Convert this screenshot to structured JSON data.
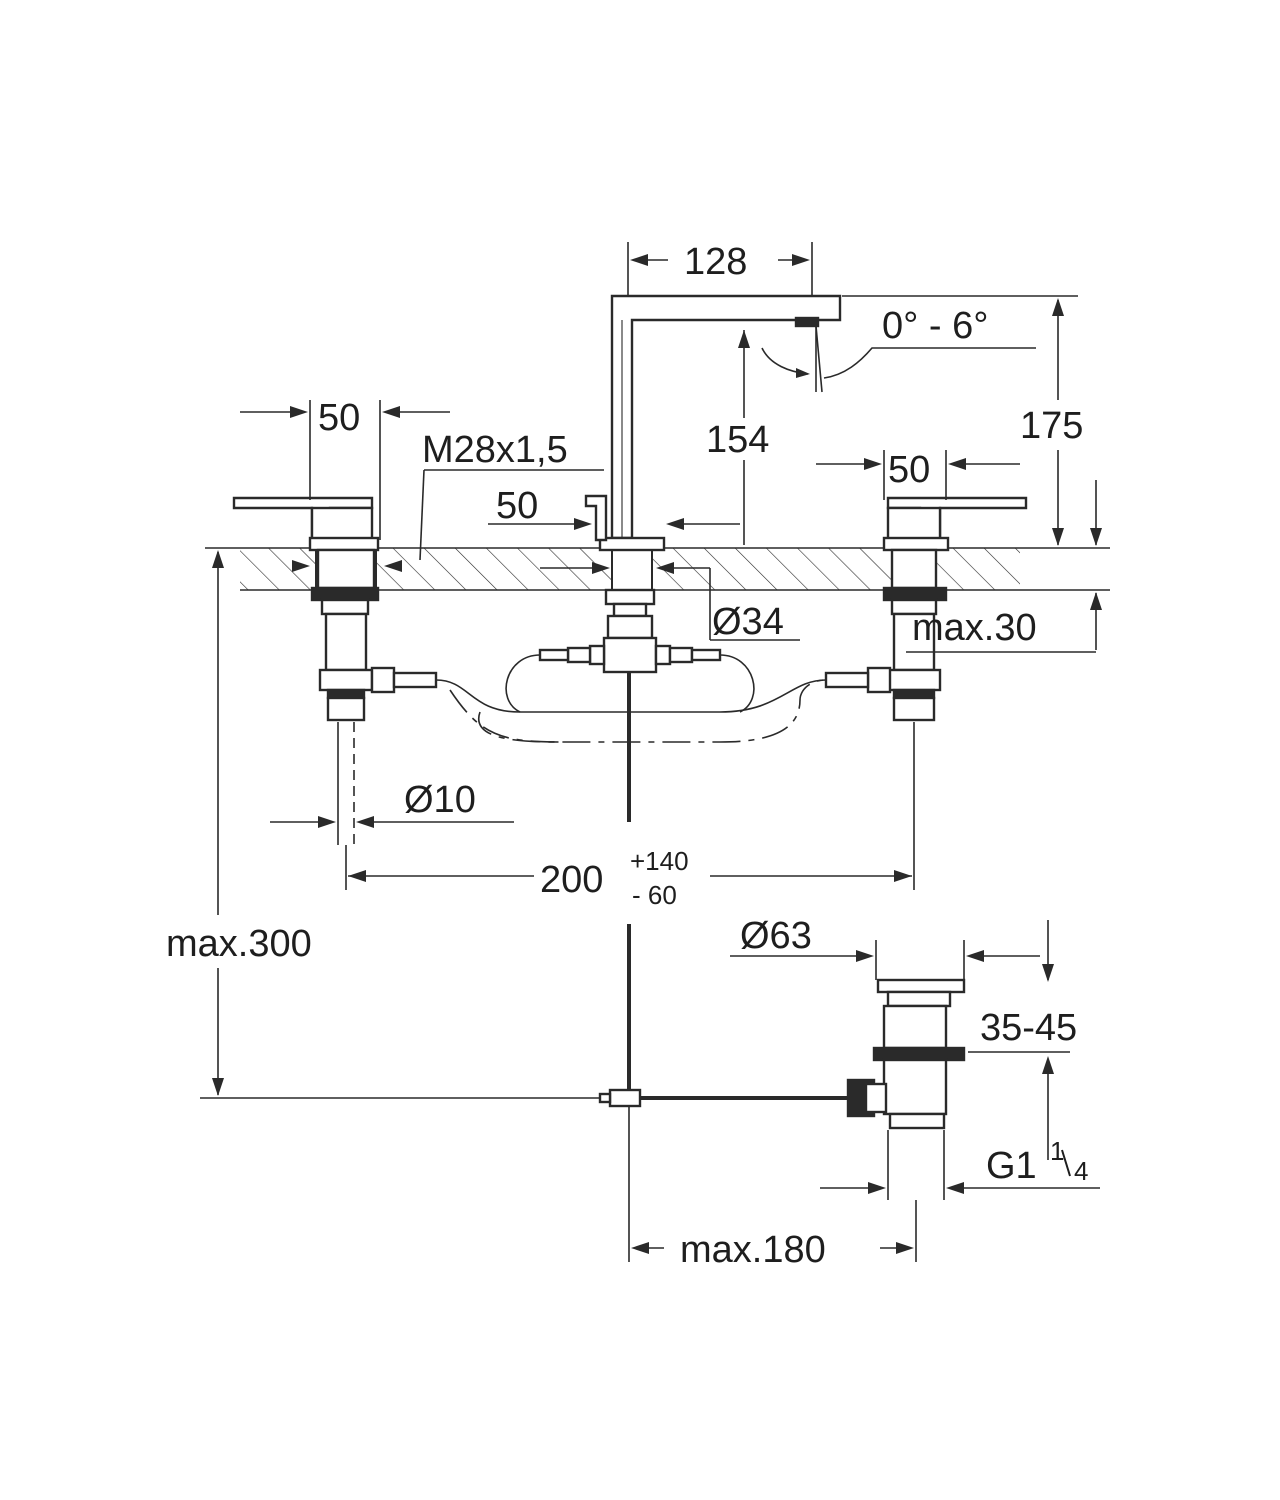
{
  "title": "",
  "dimensions": {
    "spout_reach": "128",
    "spout_angle": "0° - 6°",
    "total_height": "175",
    "spout_height": "154",
    "left_handle_width": "50",
    "right_handle_width": "50",
    "center_width": "50",
    "thread": "M28x1,5",
    "hole_diameter": "Ø34",
    "max_deck_thickness": "max.30",
    "hose_diameter": "Ø10",
    "spacing_base": "200",
    "spacing_plus": "+140",
    "spacing_minus": "- 60",
    "max_depth": "max.300",
    "drain_diameter": "Ø63",
    "drain_range": "35-45",
    "drain_thread_main": "G1",
    "drain_thread_num": "1",
    "drain_thread_den": "4",
    "drain_reach": "max.180"
  }
}
